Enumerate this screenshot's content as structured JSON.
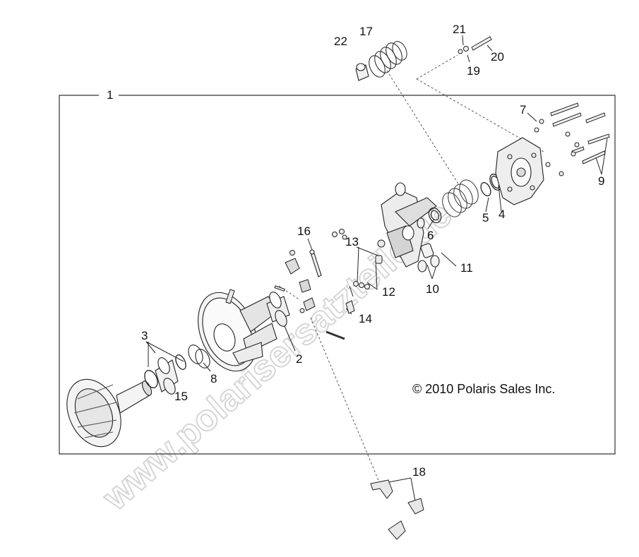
{
  "watermark": "www.polarisersatzteile.de",
  "copyright": "© 2010 Polaris Sales Inc.",
  "callouts": {
    "c1": "1",
    "c2": "2",
    "c3": "3",
    "c4": "4",
    "c5": "5",
    "c6": "6",
    "c7": "7",
    "c8": "8",
    "c9": "9",
    "c10": "10",
    "c11": "11",
    "c12": "12",
    "c13": "13",
    "c14": "14",
    "c15": "15",
    "c16": "16",
    "c17": "17",
    "c18": "18",
    "c19": "19",
    "c20": "20",
    "c21": "21",
    "c22": "22"
  },
  "colors": {
    "line": "#222222",
    "part_fill": "#f4f4f4",
    "part_shade": "#bdbdbd",
    "watermark": "#dcdcdc"
  }
}
